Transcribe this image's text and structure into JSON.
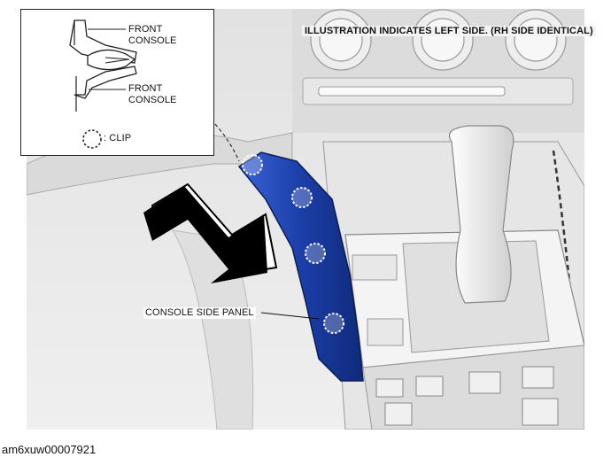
{
  "figure": {
    "note": "ILLUSTRATION INDICATES LEFT SIDE. (RH SIDE IDENTICAL)",
    "callout_side_panel": "CONSOLE SIDE PANEL",
    "inset": {
      "label_top": "FRONT CONSOLE",
      "label_top_line1": "FRONT",
      "label_top_line2": "CONSOLE",
      "label_bottom_line1": "FRONT",
      "label_bottom_line2": "CONSOLE",
      "legend_clip": ": CLIP"
    },
    "colors": {
      "panel": "#1e3fb0",
      "arrow": "#000000",
      "background": "#e9e9e9"
    },
    "icon": "arrow-removal-direction"
  },
  "caption": "am6xuw00007921"
}
